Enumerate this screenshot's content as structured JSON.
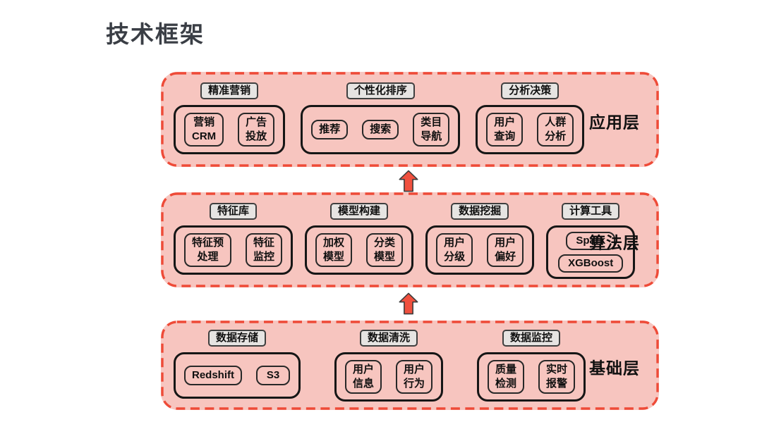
{
  "title": "技术框架",
  "colors": {
    "layer_fill": "#f7c5bf",
    "dash_border": "#ee4b38",
    "arrow_fill": "#f0503e",
    "chip_fill": "#e6e4e2",
    "outline_dark": "#161616",
    "title_text": "#3a3e45"
  },
  "layers": [
    {
      "id": "application",
      "name": "应用层",
      "groups": [
        {
          "label": "精准营销",
          "items": [
            "营销\nCRM",
            "广告\n投放"
          ]
        },
        {
          "label": "个性化排序",
          "items": [
            "推荐",
            "搜索",
            "类目\n导航"
          ]
        },
        {
          "label": "分析决策",
          "items": [
            "用户\n查询",
            "人群\n分析"
          ]
        }
      ]
    },
    {
      "id": "algorithm",
      "name": "算法层",
      "groups": [
        {
          "label": "特征库",
          "items": [
            "特征预\n处理",
            "特征\n监控"
          ]
        },
        {
          "label": "模型构建",
          "items": [
            "加权\n模型",
            "分类\n模型"
          ]
        },
        {
          "label": "数据挖掘",
          "items": [
            "用户\n分级",
            "用户\n偏好"
          ]
        },
        {
          "label": "计算工具",
          "items": [
            "Spark",
            "XGBoost"
          ],
          "stacked": true
        }
      ]
    },
    {
      "id": "foundation",
      "name": "基础层",
      "groups": [
        {
          "label": "数据存储",
          "items": [
            "Redshift",
            "S3"
          ]
        },
        {
          "label": "数据清洗",
          "items": [
            "用户\n信息",
            "用户\n行为"
          ]
        },
        {
          "label": "数据监控",
          "items": [
            "质量\n检测",
            "实时\n报警"
          ]
        }
      ]
    }
  ]
}
